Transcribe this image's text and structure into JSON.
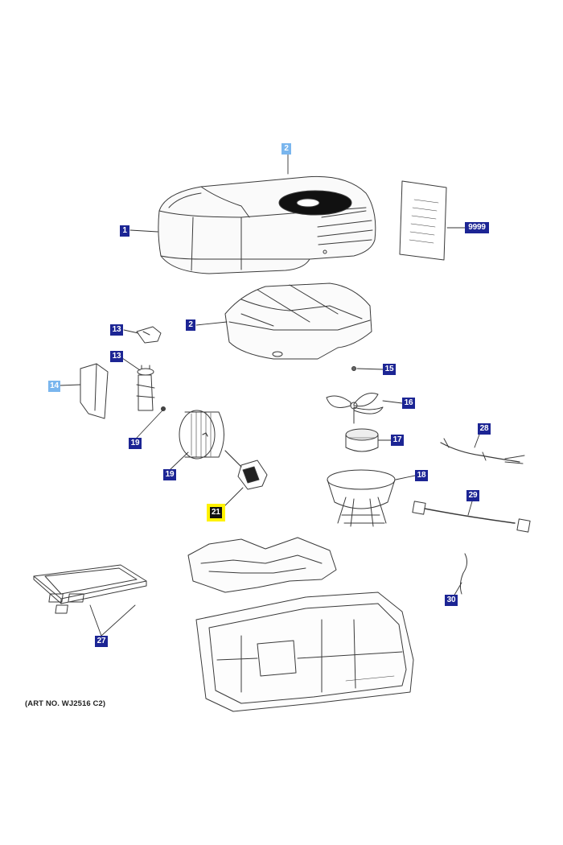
{
  "diagram": {
    "art_number": "(ART NO. WJ2516 C2)",
    "manual_title": "INSTALLATION MANUAL",
    "callouts": [
      {
        "id": "cover-top",
        "label": "2",
        "style": "light"
      },
      {
        "id": "cover-1",
        "label": "1",
        "style": "dark"
      },
      {
        "id": "manual",
        "label": "9999",
        "style": "dark"
      },
      {
        "id": "housing-2",
        "label": "2",
        "style": "dark"
      },
      {
        "id": "bracket-13a",
        "label": "13",
        "style": "dark"
      },
      {
        "id": "capacitor-13",
        "label": "13",
        "style": "dark"
      },
      {
        "id": "panel-14",
        "label": "14",
        "style": "light"
      },
      {
        "id": "nut-15",
        "label": "15",
        "style": "dark"
      },
      {
        "id": "fan-16",
        "label": "16",
        "style": "dark"
      },
      {
        "id": "motor-17",
        "label": "17",
        "style": "dark"
      },
      {
        "id": "shroud-18",
        "label": "18",
        "style": "dark"
      },
      {
        "id": "screw-19",
        "label": "19",
        "style": "dark"
      },
      {
        "id": "blower-19",
        "label": "19",
        "style": "dark"
      },
      {
        "id": "motor-21",
        "label": "21",
        "style": "yellow"
      },
      {
        "id": "harness-28",
        "label": "28",
        "style": "dark"
      },
      {
        "id": "harness-29",
        "label": "29",
        "style": "dark"
      },
      {
        "id": "wire-30",
        "label": "30",
        "style": "dark"
      },
      {
        "id": "gasket-27",
        "label": "27",
        "style": "dark"
      }
    ]
  }
}
